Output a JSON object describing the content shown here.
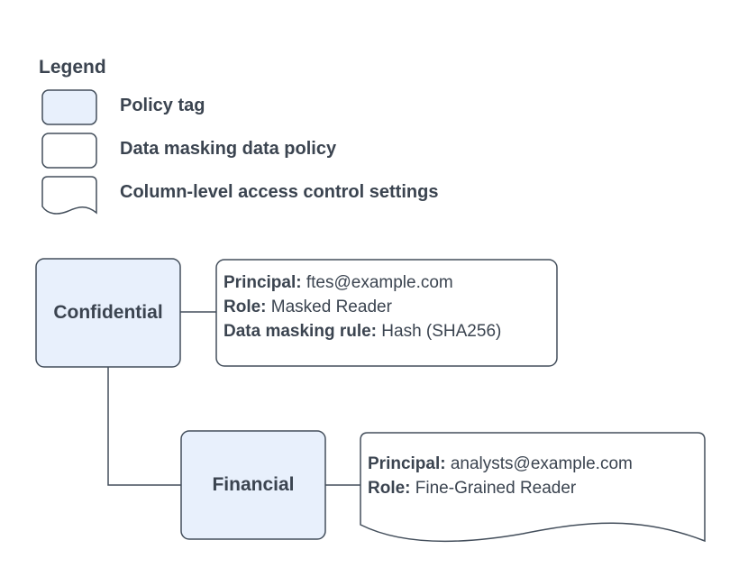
{
  "legend": {
    "title": "Legend",
    "items": [
      {
        "label": "Policy tag",
        "swatch": "policy-tag-swatch"
      },
      {
        "label": "Data masking data policy",
        "swatch": "data-policy-swatch"
      },
      {
        "label": "Column-level access control settings",
        "swatch": "column-access-swatch"
      }
    ]
  },
  "diagram": {
    "nodes": {
      "confidential": {
        "label": "Confidential",
        "type": "policy tag"
      },
      "financial": {
        "label": "Financial",
        "type": "policy tag"
      }
    },
    "masking_policy": {
      "lines": [
        {
          "label": "Principal:",
          "value": " ftes@example.com"
        },
        {
          "label": "Role:",
          "value": " Masked Reader"
        },
        {
          "label": "Data masking rule:",
          "value": " Hash (SHA256)"
        }
      ]
    },
    "access_settings": {
      "lines": [
        {
          "label": "Principal:",
          "value": " analysts@example.com"
        },
        {
          "label": "Role:",
          "value": " Fine-Grained Reader"
        }
      ]
    }
  },
  "colors": {
    "policy_tag_fill": "#e8f0fc",
    "shape_fill": "#ffffff",
    "stroke": "#434e5b",
    "text": "#3b4450",
    "bg": "#ffffff"
  }
}
